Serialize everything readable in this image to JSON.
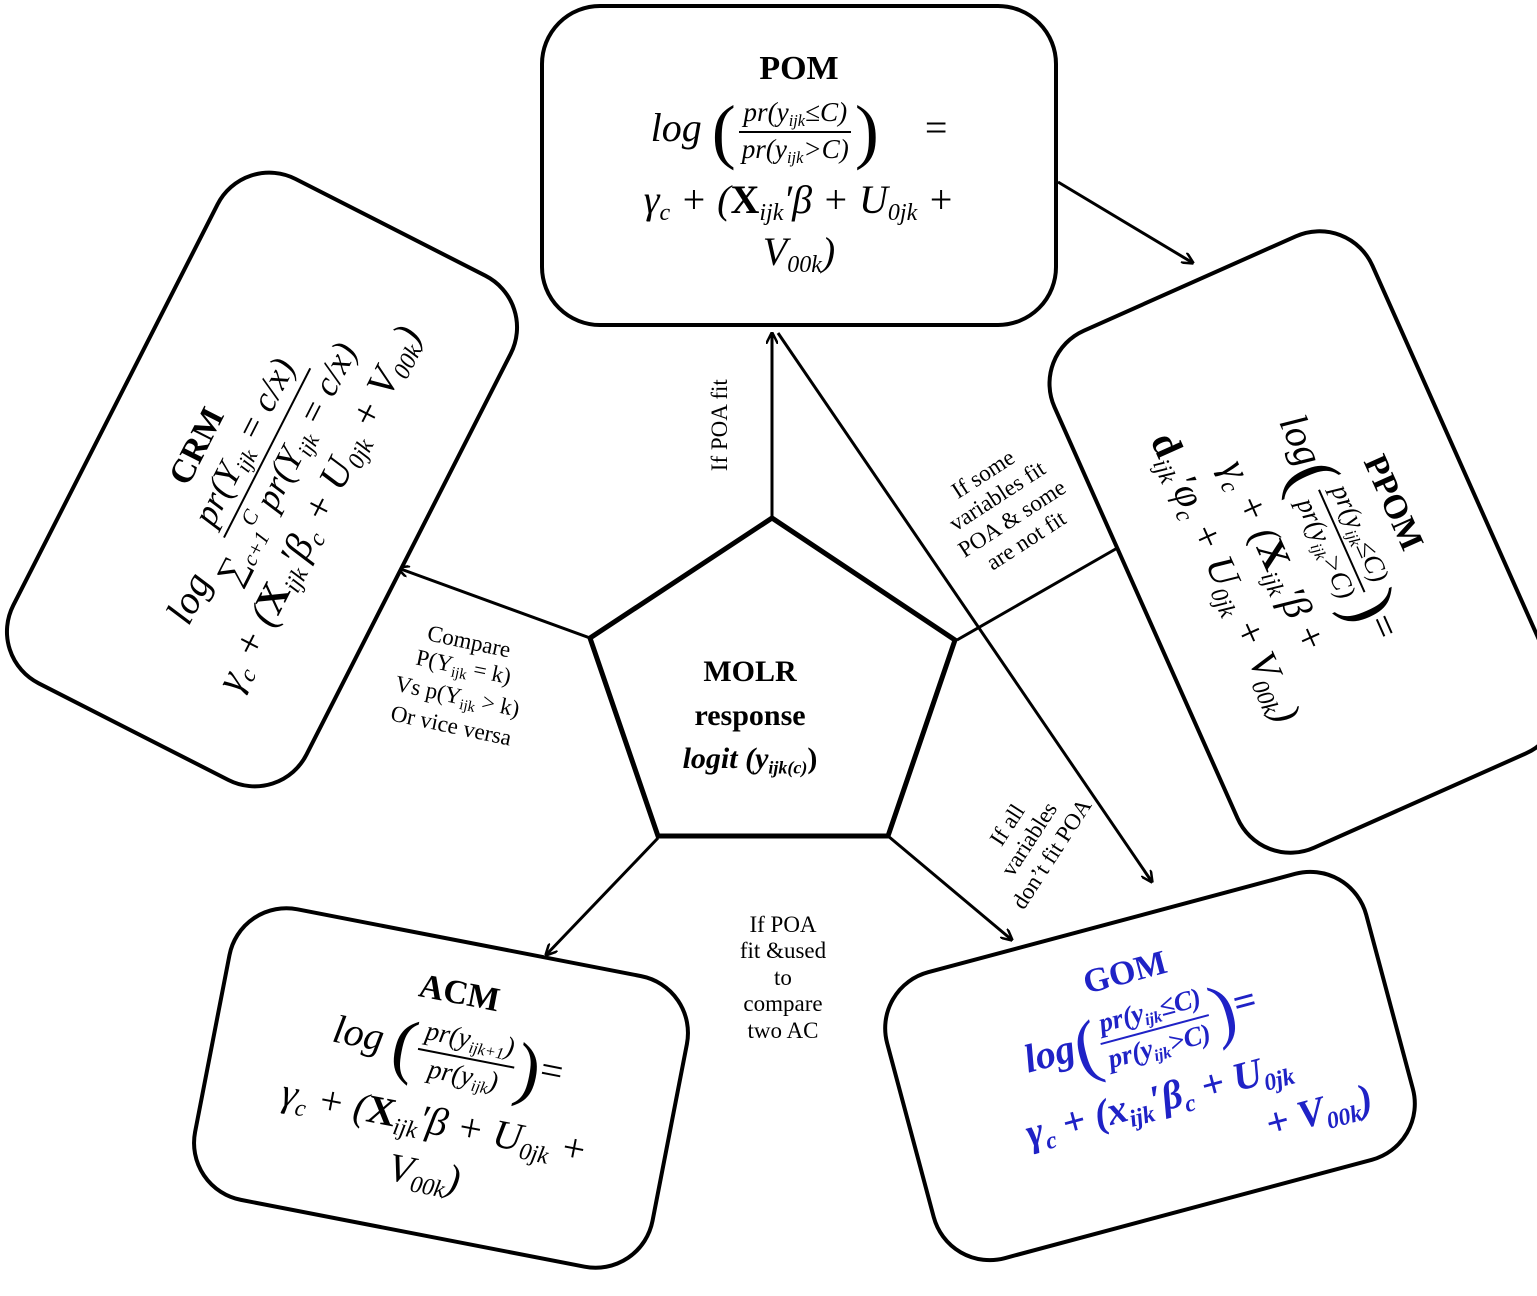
{
  "center": {
    "line1": "MOLR",
    "line2": "response",
    "line3": "logit (y",
    "line3_sub": "ijk(c)",
    "line3_end": ")"
  },
  "pom": {
    "title": "POM",
    "lhs_log": "log",
    "frac_num": "pr(y",
    "frac_num_sub": "ijk",
    "frac_num_end": "≤C)",
    "frac_den": "pr(y",
    "frac_den_sub": "ijk",
    "frac_den_end": ">C)",
    "eq_sign": "=",
    "line2a": "γ",
    "line2a_sub": "c",
    "line2b": " + (",
    "line2X": "X",
    "line2X_sub": "ijk",
    "line2c": "′β + U",
    "line2c_sub": "0jk",
    "line2d": " +",
    "line3a": "V",
    "line3a_sub": "00k",
    "line3b": ")"
  },
  "ppom": {
    "title": "PPOM",
    "lhs_log": "log",
    "frac_num": "pr(y",
    "frac_num_sub": "ijk",
    "frac_num_end": "≤C)",
    "frac_den": "pr(y",
    "frac_den_sub": "ijk",
    "frac_den_end": ">C)",
    "eq_sign": "=",
    "line2a": "γ",
    "line2a_sub": "c",
    "line2b": " + (",
    "line2X": "X",
    "line2X_sub": "ijk",
    "line2c": "′β +",
    "line3d": "d",
    "line3d_sub": "ijk",
    "line3a": "′φ",
    "line3a_sub": "c",
    "line3b": " + U",
    "line3b_sub": "0jk",
    "line3c": " + V",
    "line3c_sub": "00k",
    "line3e": ")"
  },
  "crm": {
    "title": "CRM",
    "lhs_log": "log",
    "frac_num": "pr(Y",
    "frac_num_sub": "ijk",
    "frac_num_end": " = c/x)",
    "frac_den_sum": "∑",
    "frac_den_sum_sup": "C",
    "frac_den_sum_sub": "c+1",
    "frac_den": " pr(Y",
    "frac_den_sub": "ijk",
    "frac_den_end": " = c/x)",
    "line2a": "γ",
    "line2a_sub": "c",
    "line2b": " + (",
    "line2X": "X",
    "line2X_sub": "ijk",
    "line2c": "′β",
    "line2c_sub": "c",
    "line2d": " + U",
    "line2d_sub": "0jk",
    "line2e": " + V",
    "line2e_sub": "00k",
    "line2f": ")"
  },
  "acm": {
    "title": "ACM",
    "lhs_log": "log",
    "frac_num": "pr(y",
    "frac_num_sub": "ijk+1",
    "frac_num_end": ")",
    "frac_den": "pr(y",
    "frac_den_sub": "ijk",
    "frac_den_end": ")",
    "eq_sign": "=",
    "line2a": "γ",
    "line2a_sub": "c",
    "line2b": " + (",
    "line2X": "X",
    "line2X_sub": "ijk",
    "line2c": "′β + U",
    "line2c_sub": "0jk",
    "line2d": " +",
    "line3a": "V",
    "line3a_sub": "00k",
    "line3b": ")"
  },
  "gom": {
    "title": "GOM",
    "color": "#1f22c6",
    "lhs_log": "log",
    "frac_num": "pr(y",
    "frac_num_sub": "ijk",
    "frac_num_end": "≤C)",
    "frac_den": "pr(y",
    "frac_den_sub": "ijk",
    "frac_den_end": ">C)",
    "eq_sign": "=",
    "line2a": "γ",
    "line2a_sub": "c",
    "line2b": " + (",
    "line2X": "x",
    "line2X_sub": "ijk",
    "line2c": "′β",
    "line2c_sub": "c",
    "line2d": " + U",
    "line2d_sub": "0jk",
    "line3a": "+ V",
    "line3a_sub": "00k",
    "line3b": ")"
  },
  "edges": {
    "pom": "If POA fit",
    "ppom_l1": "If some",
    "ppom_l2": "variables fit",
    "ppom_l3": "POA & some",
    "ppom_l4": "are not fit",
    "gom_l1": "If all",
    "gom_l2": "variables",
    "gom_l3": "don’t fit POA",
    "acm_l1": "If POA",
    "acm_l2": "fit &used",
    "acm_l3": "to",
    "acm_l4": "compare",
    "acm_l5": "two AC",
    "crm_l1": "Compare",
    "crm_l2a": "P(Y",
    "crm_l2_sub": "ijk",
    "crm_l2b": " = k)",
    "crm_l3a": "Vs p(Y",
    "crm_l3_sub": "ijk",
    "crm_l3b": " > k)",
    "crm_l4": "Or vice versa"
  }
}
